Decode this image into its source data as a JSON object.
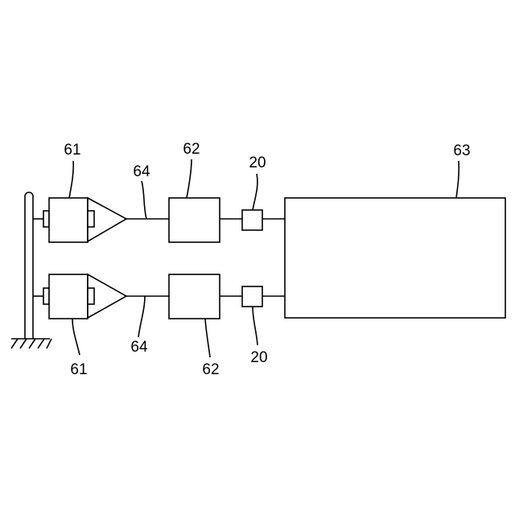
{
  "labels": {
    "sensor": "61",
    "unit": "62",
    "controller": "63",
    "cable": "64",
    "connector": "20"
  }
}
